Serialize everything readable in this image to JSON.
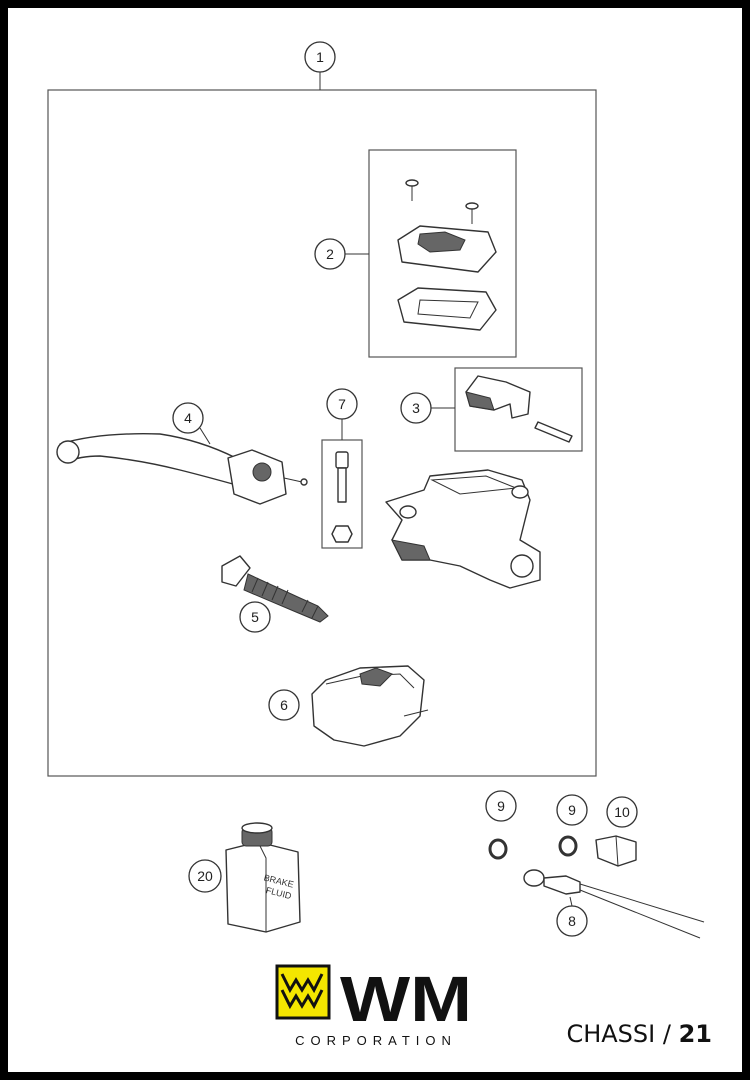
{
  "callouts": [
    "1",
    "2",
    "3",
    "4",
    "5",
    "6",
    "7",
    "8",
    "9",
    "9",
    "10",
    "20"
  ],
  "fluid_label": {
    "line1": "BRAKE",
    "line2": "FLUID"
  },
  "logo": {
    "letters": "WM",
    "sub": "CORPORATION",
    "accent": "#f4e600"
  },
  "footer": {
    "section": "CHASSI",
    "separator": "/",
    "page": "21"
  }
}
